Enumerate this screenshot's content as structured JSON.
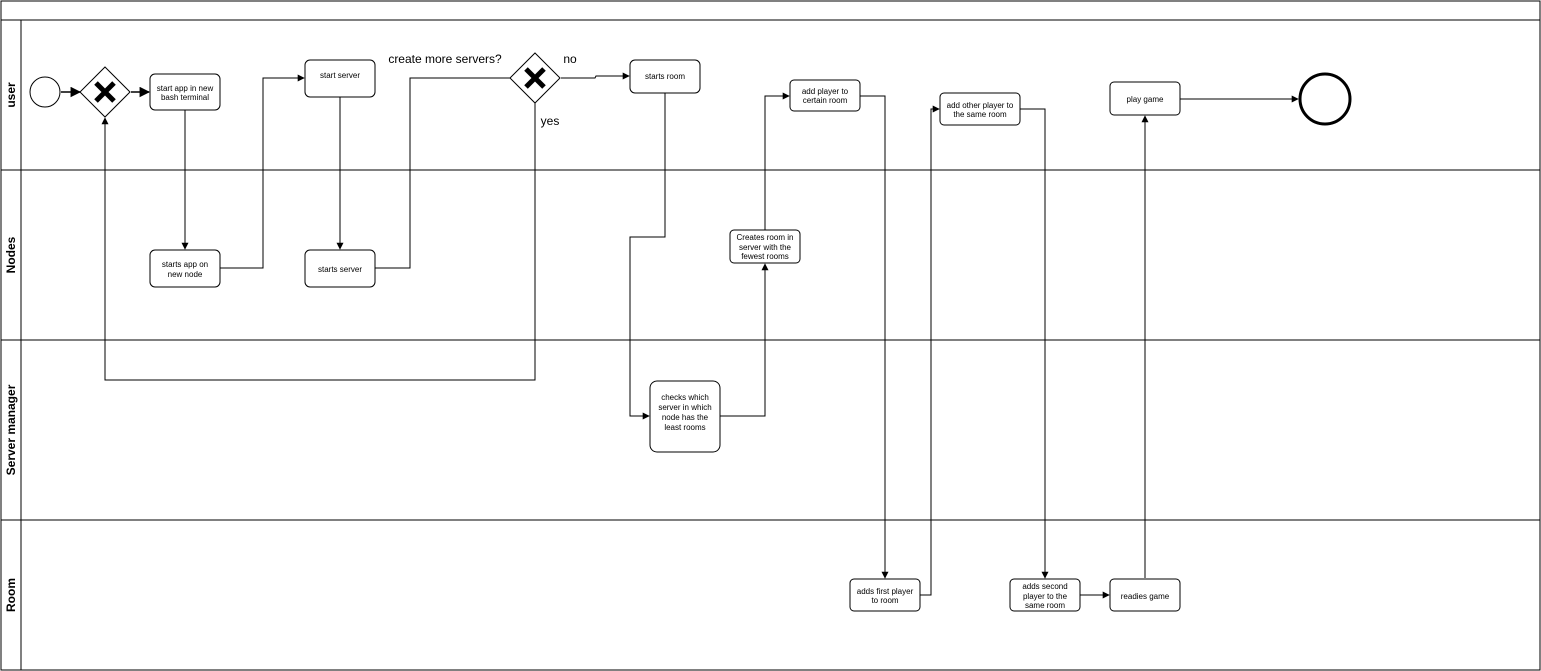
{
  "pool": {
    "title": ""
  },
  "lanes": {
    "user": "user",
    "nodes": "Nodes",
    "server_manager": "Server manager",
    "room": "Room"
  },
  "tasks": {
    "start_app_terminal": [
      "start app in new",
      "bash terminal"
    ],
    "starts_app_node": [
      "starts app on",
      "new node"
    ],
    "start_server": [
      "start server"
    ],
    "starts_server": [
      "starts server"
    ],
    "starts_room": [
      "starts room"
    ],
    "checks_server": [
      "checks which",
      "server in which",
      "node has the",
      "least rooms"
    ],
    "creates_room": [
      "Creates room in",
      "server with the",
      "fewest rooms"
    ],
    "add_player_certain": [
      "add player to",
      "certain room"
    ],
    "adds_first_player": [
      "adds first player",
      "to room"
    ],
    "add_other_player": [
      "add other player to",
      "the same room"
    ],
    "adds_second_player": [
      "adds second",
      "player to the",
      "same room"
    ],
    "readies_game": [
      "readies game"
    ],
    "play_game": [
      "play game"
    ]
  },
  "gateway": {
    "question": "create more servers?",
    "no_label": "no",
    "yes_label": "yes"
  }
}
